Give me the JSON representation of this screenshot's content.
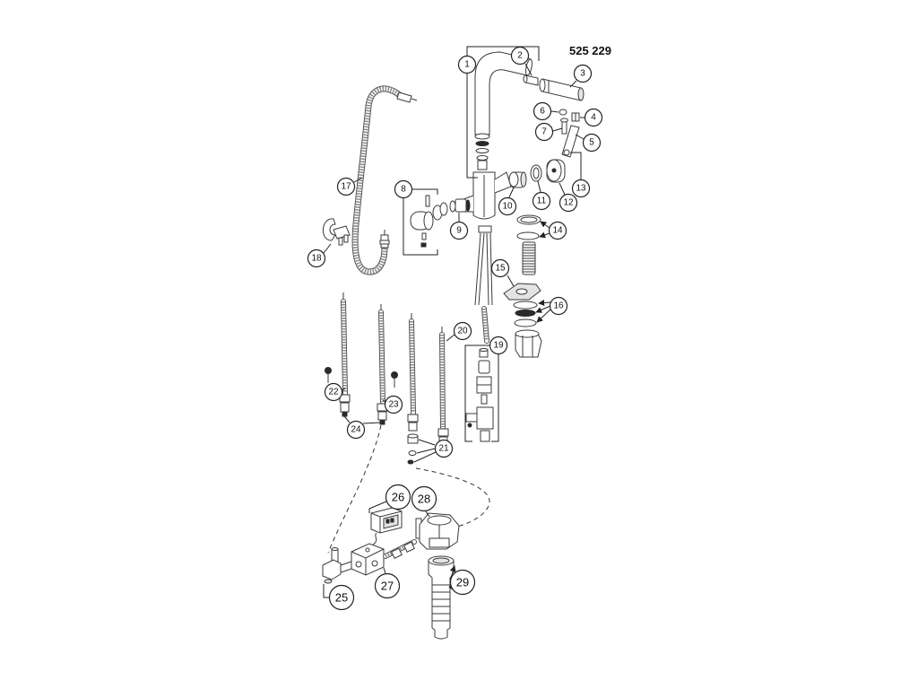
{
  "diagram": {
    "title": "525 229",
    "callouts": [
      "1",
      "2",
      "3",
      "4",
      "5",
      "6",
      "7",
      "8",
      "9",
      "10",
      "11",
      "12",
      "13",
      "14",
      "15",
      "16",
      "17",
      "18",
      "19",
      "20",
      "21",
      "22",
      "23",
      "24",
      "25",
      "26",
      "27",
      "28",
      "29"
    ]
  }
}
